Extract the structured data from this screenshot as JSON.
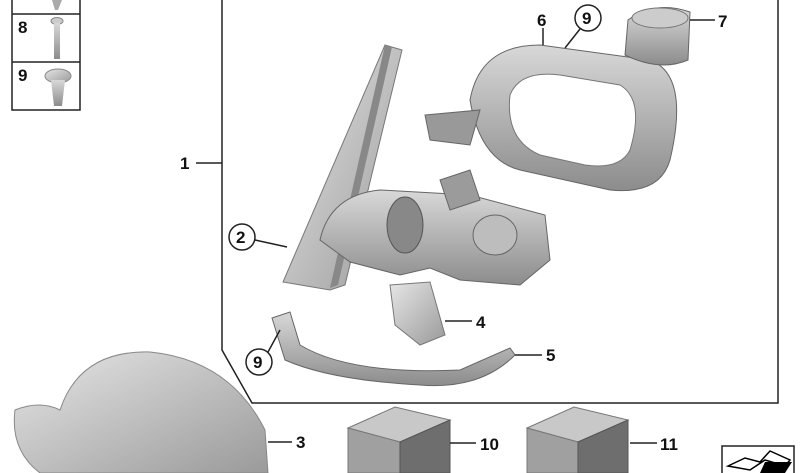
{
  "diagram": {
    "side_table": [
      {
        "label": "8",
        "part": "screw"
      },
      {
        "label": "9",
        "part": "fillister-head-screw"
      }
    ],
    "callouts": {
      "c1": "1",
      "c2": "2",
      "c3": "3",
      "c4": "4",
      "c5": "5",
      "c6": "6",
      "c7": "7",
      "c9a": "9",
      "c9b": "9",
      "c10": "10",
      "c11": "11"
    },
    "colors": {
      "part_light": "#d4d4d4",
      "part_mid": "#a9a9a9",
      "part_dark": "#6e6e6e",
      "line": "#222222"
    },
    "icons": [
      "navigation-arrow-icon"
    ]
  }
}
